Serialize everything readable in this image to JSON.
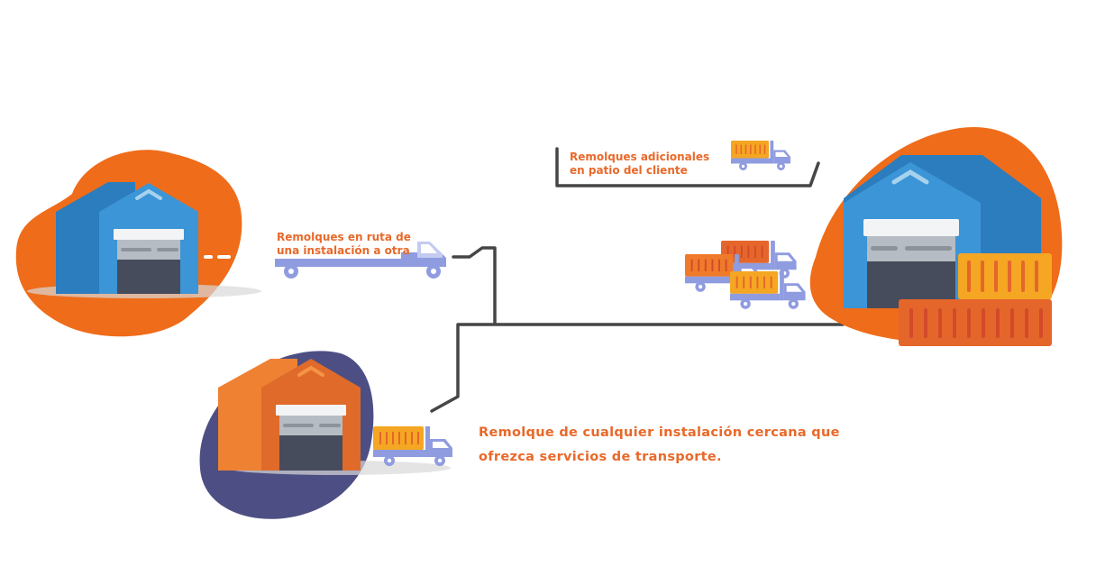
{
  "labels": {
    "en_ruta": [
      "Remolques en ruta de",
      "una instalación a otra"
    ],
    "adicionales": [
      "Remolques adicionales",
      "en patio del cliente"
    ],
    "cercana": [
      "Remolque de cualquier instalación cercana que",
      "ofrezca servicios de transporte."
    ]
  },
  "colors": {
    "accent_orange": "#ef6c1a",
    "label_orange": "#e8692a",
    "navy_blob": "#4d4f84",
    "warehouse_blue": "#3c95d6",
    "warehouse_blue_dark": "#2b7dbe",
    "truck_lavender": "#8f9ce0",
    "container_yellow": "#f5a623",
    "container_red": "#e5662b",
    "connector_line": "#464646"
  },
  "icons": [
    "warehouse-blue-icon",
    "warehouse-orange-icon",
    "warehouse-large-icon",
    "truck-icon",
    "container-icon"
  ]
}
